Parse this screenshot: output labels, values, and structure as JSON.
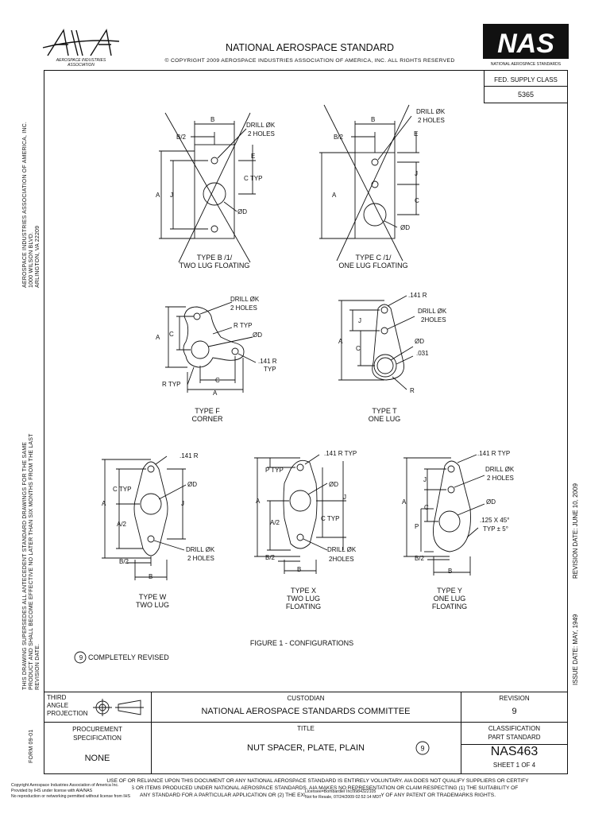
{
  "header": {
    "logo_text": "AIA",
    "logo_sub1": "AEROSPACE INDUSTRIES",
    "logo_sub2": "ASSOCIATION",
    "title": "NATIONAL AEROSPACE STANDARD",
    "copyright": "© COPYRIGHT 2009 AEROSPACE INDUSTRIES ASSOCIATION OF AMERICA, INC. ALL RIGHTS RESERVED",
    "nas_logo": "NAS",
    "nas_sub": "NATIONAL AEROSPACE STANDARDS"
  },
  "fed_supply": {
    "label": "FED. SUPPLY CLASS",
    "value": "5365"
  },
  "left_margin": {
    "address": [
      "AEROSPACE INDUSTRIES ASSOCIATION OF AMERICA, INC.",
      "1000 WILSON BLVD.",
      "ARLINGTON, VA 22209"
    ],
    "supersede": [
      "THIS DRAWING SUPERSEDES ALL ANTECEDENT STANDARD DRAWINGS FOR THE SAME",
      "PRODUCT AND SHALL BECOME EFFECTIVE NO LATER THAN SIX MONTHS FROM THE LAST",
      "REVISION DATE."
    ],
    "form": "FORM 09-01"
  },
  "right_margin": {
    "revision_date": "REVISION DATE: JUNE 10, 2009",
    "issue_date": "ISSUE DATE: MAY, 1949"
  },
  "figure": {
    "caption": "FIGURE 1 - CONFIGURATIONS",
    "note_num": "9",
    "note": "COMPLETELY REVISED",
    "types": [
      {
        "l1": "TYPE B /1/",
        "l2": "TWO LUG FLOATING"
      },
      {
        "l1": "TYPE C /1/",
        "l2": "ONE LUG FLOATING"
      },
      {
        "l1": "TYPE F",
        "l2": "CORNER"
      },
      {
        "l1": "TYPE T",
        "l2": "ONE LUG"
      },
      {
        "l1": "TYPE W",
        "l2": "TWO LUG"
      },
      {
        "l1": "TYPE X",
        "l2": "TWO LUG",
        "l3": "FLOATING"
      },
      {
        "l1": "TYPE Y",
        "l2": "ONE LUG",
        "l3": "FLOATING"
      }
    ],
    "labels": {
      "b": "B",
      "b2": "B/2",
      "e": "E",
      "a": "A",
      "j": "J",
      "c": "C",
      "ctyp": "C TYP",
      "d": "ØD",
      "drillk": "DRILL ØK",
      "holes2": "2 HOLES",
      "holes2b": "2HOLES",
      "rtyp": "R TYP",
      "r141": ".141 R",
      "r141typ": ".141 R TYP",
      "typ": "TYP",
      "r": "R",
      "d031": ".031",
      "a2": "A/2",
      "ptyp": "P TYP",
      "p": "P",
      "chamfer": ".125 X 45°",
      "chamfer_tol": "TYP ± 5°"
    }
  },
  "title_block": {
    "projection": [
      "THIRD",
      "ANGLE",
      "PROJECTION"
    ],
    "custodian_label": "CUSTODIAN",
    "custodian": "NATIONAL AEROSPACE STANDARDS COMMITTEE",
    "revision_label": "REVISION",
    "revision": "9",
    "procurement_label": [
      "PROCUREMENT",
      "SPECIFICATION"
    ],
    "procurement": "NONE",
    "title_label": "TITLE",
    "title": "NUT SPACER, PLATE, PLAIN",
    "title_rev": "9",
    "class_label": [
      "CLASSIFICATION",
      "PART STANDARD"
    ],
    "part_number": "NAS463",
    "sheet": "SHEET 1 OF 4"
  },
  "footer": {
    "disclaimer1": "USE OF OR RELIANCE UPON THIS DOCUMENT OR ANY NATIONAL AEROSPACE STANDARD IS ENTIRELY VOLUNTARY. AIA DOES NOT QUALIFY SUPPLIERS OR CERTIFY",
    "disclaimer2": "PARTS OR ITEMS PRODUCED UNDER NATIONAL AEROSPACE STANDARDS. AIA MAKES NO REPRESENTATION OR CLAIM RESPECTING (1) THE SUITABILITY OF",
    "disclaimer3": "ANY STANDARD FOR A PARTICULAR APPLICATION OR (2) THE EXISTENCE OF OR APPLICABILITY OF ANY PATENT OR TRADEMARKS RIGHTS.",
    "copy1": "Copyright Aerospace Industries Association of America Inc.",
    "copy2": "Provided by IHS under license with AIA/NAS",
    "copy3": "No reproduction or networking permitted without license from IHS",
    "lic1": "Licensee=Bombardier Inc/9984322105",
    "lic2": "Not for Resale, 07/24/2009 02:52:14 MDT"
  },
  "colors": {
    "ink": "#111111",
    "paper": "#ffffff"
  }
}
